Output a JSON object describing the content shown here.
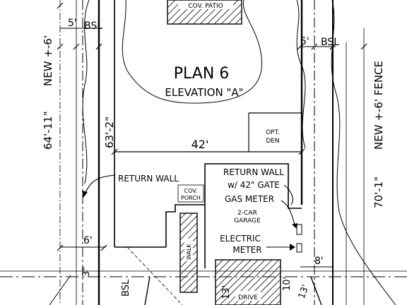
{
  "plan": {
    "title": "PLAN 6",
    "elevation": "ELEVATION \"A\""
  },
  "rooms": {
    "cov_patio": "COV. PATIO",
    "opt_den_1": "OPT.",
    "opt_den_2": "DEN",
    "garage_1": "2-CAR",
    "garage_2": "GARAGE",
    "cov_porch_1": "COV.",
    "cov_porch_2": "PORCH",
    "walk": "WALK",
    "drive": "DRIVE"
  },
  "callouts": {
    "return_wall_left": "RETURN WALL",
    "return_wall_gate_1": "RETURN WALL",
    "return_wall_gate_2": "w/ 42\" GATE",
    "gas_meter": "GAS METER",
    "electric_1": "ELECTRIC",
    "electric_2": "METER"
  },
  "dimensions": {
    "left_setback": "5'",
    "left_bsl": "BSL",
    "right_setback": "5'",
    "right_bsl": "BSL",
    "width": "42'",
    "left_lot_depth": "64'-11\"",
    "left_new_fence": "NEW +-6'",
    "left_inner_depth": "63'-2\"",
    "right_lot_depth": "70'-1\"",
    "right_new_fence": "NEW +-6' FENCE",
    "front_left": "6'",
    "front_right": "8'",
    "bottom_left": "3\"",
    "bottom_bsl": "BSL",
    "bottom_mid": "13'",
    "bottom_right": "10'",
    "bottom_right2": "13'"
  }
}
